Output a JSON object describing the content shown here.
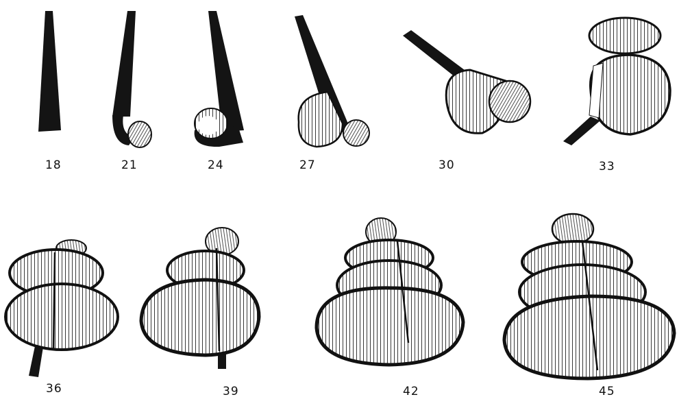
{
  "figure": {
    "panels": [
      {
        "label": "18"
      },
      {
        "label": "21"
      },
      {
        "label": "24"
      },
      {
        "label": "27"
      },
      {
        "label": "30"
      },
      {
        "label": "33"
      },
      {
        "label": "36"
      },
      {
        "label": "39"
      },
      {
        "label": "42"
      },
      {
        "label": "45"
      }
    ]
  },
  "colors": {
    "ink": "#111111",
    "paper": "#ffffff",
    "hatch": "#2a2a2a"
  }
}
